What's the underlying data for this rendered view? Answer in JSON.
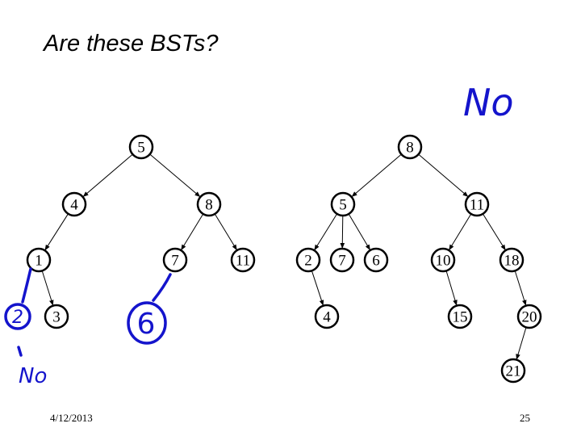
{
  "slide": {
    "title": "Are these BSTs?",
    "date": "4/12/2013",
    "page_number": "25"
  },
  "annotations": {
    "tree_right_answer": "No",
    "tree_left_answer": "No",
    "node_2": "2",
    "node_6": "6"
  },
  "trees": [
    {
      "root": "5",
      "nodes": [
        "5",
        "4",
        "8",
        "1",
        "3",
        "7",
        "11"
      ],
      "edges": [
        [
          "5",
          "4"
        ],
        [
          "5",
          "8"
        ],
        [
          "4",
          "1"
        ],
        [
          "1",
          "3"
        ],
        [
          "8",
          "7"
        ],
        [
          "8",
          "11"
        ]
      ]
    },
    {
      "root": "8",
      "nodes": [
        "8",
        "5",
        "11",
        "2",
        "7",
        "6",
        "4",
        "10",
        "15",
        "18",
        "20",
        "21"
      ],
      "edges": [
        [
          "8",
          "5"
        ],
        [
          "8",
          "11"
        ],
        [
          "5",
          "2"
        ],
        [
          "5",
          "7"
        ],
        [
          "5",
          "6"
        ],
        [
          "2",
          "4"
        ],
        [
          "11",
          "10"
        ],
        [
          "11",
          "18"
        ],
        [
          "10",
          "15"
        ],
        [
          "18",
          "20"
        ],
        [
          "20",
          "21"
        ]
      ]
    }
  ]
}
